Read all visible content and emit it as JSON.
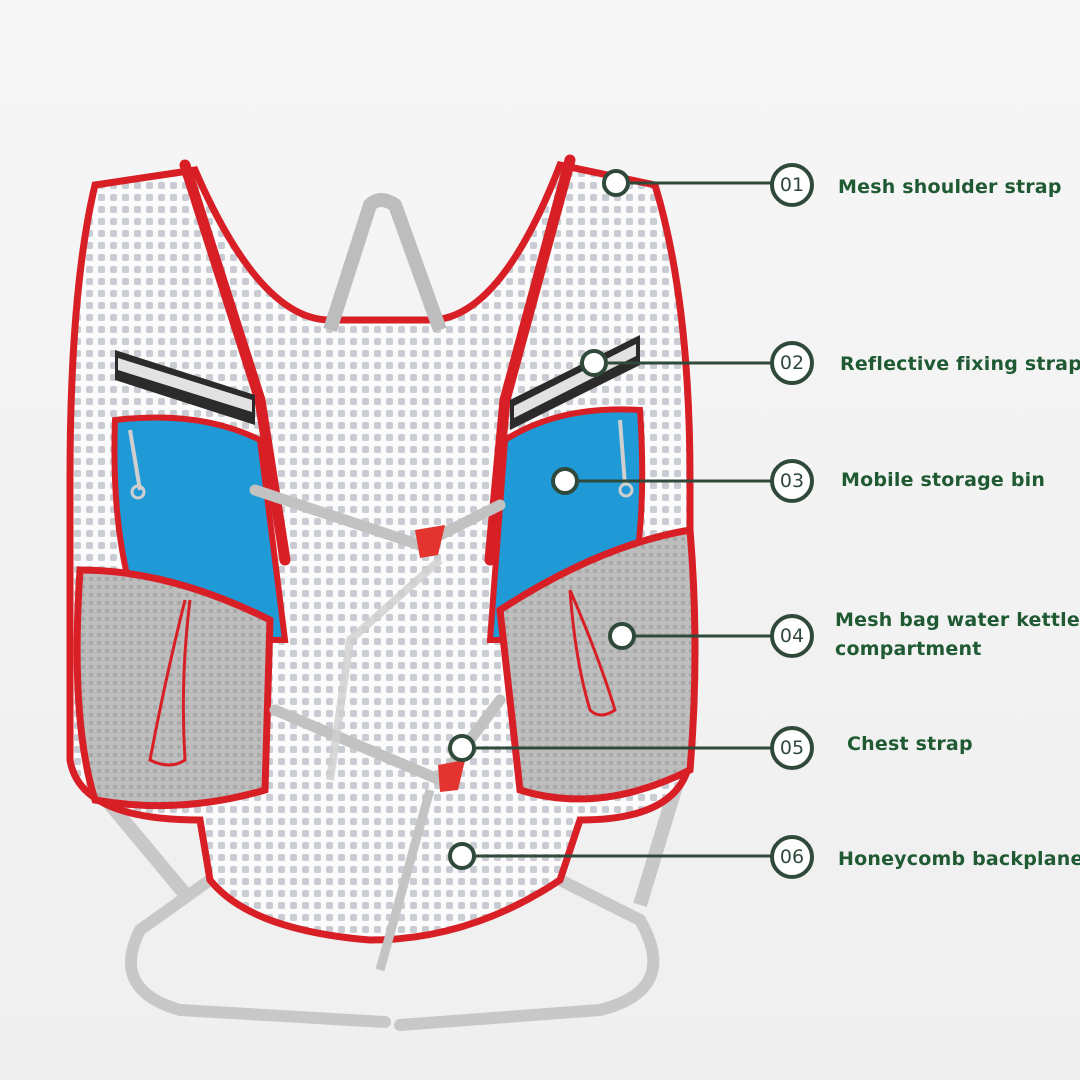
{
  "callouts": [
    {
      "number": "01",
      "label": "Mesh shoulder strap"
    },
    {
      "number": "02",
      "label": "Reflective fixing strap"
    },
    {
      "number": "03",
      "label": "Mobile storage bin"
    },
    {
      "number": "04",
      "label_line1": "Mesh bag water kettle",
      "label_line2": "compartment"
    },
    {
      "number": "05",
      "label": "Chest strap"
    },
    {
      "number": "06",
      "label": "Honeycomb backplane"
    }
  ],
  "colors": {
    "label_text": "#1f5a33",
    "callout_line": "#2f4a3a",
    "trim_red": "#d81f26",
    "pocket_blue": "#1f9ad6",
    "mesh_white": "#f3f3f3",
    "strap_gray": "#c4c4c4"
  }
}
